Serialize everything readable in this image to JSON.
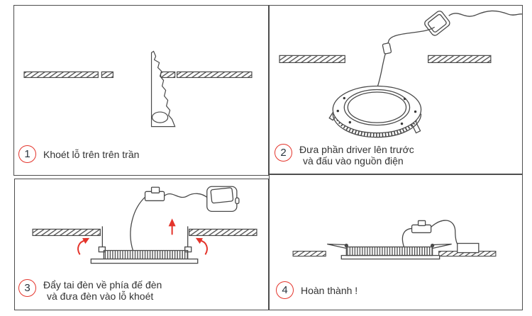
{
  "colors": {
    "background": "#ffffff",
    "panel_border": "#4d4d4d",
    "line_art": "#4a4a4a",
    "accent_red": "#e4342b",
    "label_text": "#333333",
    "number_text": "#27343e"
  },
  "steps": [
    {
      "number": "1",
      "line1": "Khoét lỗ trên trên trần",
      "line2": ""
    },
    {
      "number": "2",
      "line1": "Đưa phần driver lên trước",
      "line2": "và đấu vào nguồn điện"
    },
    {
      "number": "3",
      "line1": "Đẩy tai đèn về phía đế đèn",
      "line2": "và đưa đèn vào lỗ khoét"
    },
    {
      "number": "4",
      "line1": "Hoàn thành !",
      "line2": ""
    }
  ],
  "illustrations": {
    "step1": [
      "ceiling-hatch-cross-section",
      "keyhole-saw-icon"
    ],
    "step2": [
      "driver-box-icon",
      "power-wire",
      "ferrite-connector-icon",
      "led-ring-panel-icon",
      "spring-clip-icon",
      "ceiling-hatch-cross-section"
    ],
    "step3": [
      "driver-box-icon",
      "wire-connector-icon",
      "led-panel-side-view-icon",
      "spring-clip-pin-icon",
      "rotate-arrow-icon",
      "up-arrow-icon",
      "ceiling-hatch-cross-section"
    ],
    "step4": [
      "installed-flush-panel-icon",
      "spring-clip-flat-icon",
      "wire-connector-icon",
      "driver-box-icon",
      "ceiling-hatch-cross-section"
    ]
  }
}
